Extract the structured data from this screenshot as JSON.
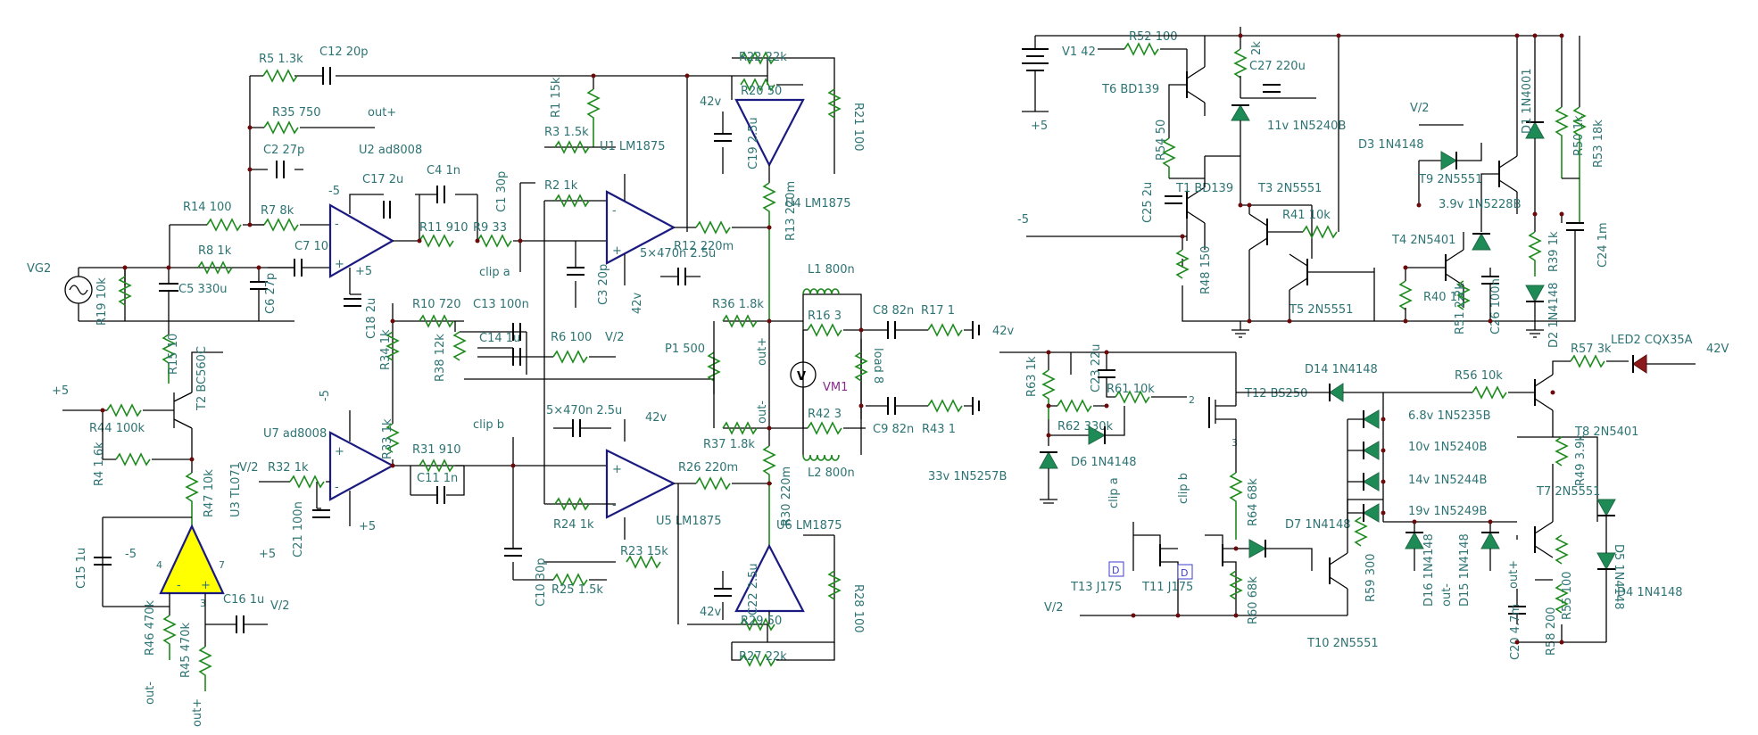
{
  "colors": {
    "wire": "#000000",
    "label": "#2e7373",
    "resistor": "#1e8a1e",
    "opamp_outline": "#1a1a80",
    "opamp_highlight": "#ffff00",
    "diode": "#1e8a55",
    "led": "#8b1a1a",
    "meter_label": "#8a2a8a"
  },
  "icons": [
    "resistor-icon",
    "capacitor-icon",
    "opamp-icon",
    "diode-icon",
    "transistor-icon",
    "battery-icon",
    "voltmeter-icon",
    "signal-source-icon",
    "ground-icon",
    "led-icon",
    "potentiometer-icon"
  ],
  "labels": {
    "vg2": "VG2",
    "r5": "R5 1.3k",
    "c12": "C12 20p",
    "r35": "R35 750",
    "outp1": "out+",
    "c2": "C2 27p",
    "u2": "U2 ad8008",
    "c17": "C17 2u",
    "c4": "C4 1n",
    "r1": "R1 15k",
    "c1": "C1 30p",
    "r3": "R3 1.5k",
    "u1": "U1 LM1875",
    "r2": "R2 1k",
    "r22": "R22 22k",
    "r20": "R20 50",
    "v42a": "42v",
    "c19": "C19 2.5u",
    "r21": "R21 100",
    "u4": "U4 LM1875",
    "r13": "R13 220m",
    "r14": "R14 100",
    "r7": "R7 8k",
    "m5a": "-5",
    "r11": "R11 910",
    "r9": "R9 33",
    "c7": "C7 100n",
    "r8": "R8 1k",
    "p5a": "+5",
    "r12": "R12 220m",
    "c3": "C3 20p",
    "cx1": "5×470n 2.5u",
    "clipa": "clip a",
    "r19": "R19 10k",
    "c5": "C5 330u",
    "c6": "C6 27p",
    "c18": "C18 2u",
    "r10": "R10 720",
    "c13": "C13 100n",
    "v42b": "42v",
    "l1": "L1 800n",
    "r36": "R36 1.8k",
    "r16": "R16 3",
    "c8": "C8 82n",
    "r17": "R17 1",
    "v42c": "42v",
    "r15": "R15 10",
    "r34": "R34 1k",
    "r38": "R38 12k",
    "c14": "C14 1u",
    "r6": "R6 100",
    "vh1": "V/2",
    "p1": "P1 500",
    "outp2": "out+",
    "load": "load 8",
    "vm1": "VM1",
    "p5b": "+5",
    "t2": "T2 BC560C",
    "r44": "R44 100k",
    "m5b": "-5",
    "clipb": "clip b",
    "cx2": "5×470n 2.5u",
    "v42d": "42v",
    "outm1": "out-",
    "r37": "R37 1.8k",
    "r42": "R42 3",
    "c9": "C9 82n",
    "r43": "R43 1",
    "u7": "U7 ad8008",
    "r33": "R33 1k",
    "r31": "R31 910",
    "r4": "R4 1.6k",
    "vh2": "V/2",
    "r32": "R32 1k",
    "c11": "C11 1n",
    "r26": "R26 220m",
    "l2": "L2 800n",
    "u3": "U3 TL071",
    "r47": "R47 10k",
    "c21": "C21 100n",
    "p5c": "+5",
    "r24": "R24 1k",
    "u5": "U5 LM1875",
    "r30": "R30 220m",
    "u6": "U6 LM1875",
    "c15": "C15 1u",
    "m5c": "-5",
    "p5d": "+5",
    "c10": "C10 30p",
    "r23": "R23 15k",
    "c16": "C16 1u",
    "vh3": "V/2",
    "r25": "R25 1.5k",
    "c22": "C22 2.5u",
    "v42e": "42v",
    "r28": "R28 100",
    "r29": "R29 50",
    "r27": "R27 22k",
    "r46": "R46 470k",
    "r45": "R45 470k",
    "outm2": "out-",
    "outp3": "out+",
    "d33": "33v 1N5257B",
    "v1": "V1 42",
    "r52": "R52 100",
    "r2k": "2k",
    "c27": "C27 220u",
    "t6": "T6 BD139",
    "p5e": "+5",
    "d11": "11v 1N5240B",
    "vh4": "V/2",
    "d1": "D1 1N4001",
    "r54": "R54 50",
    "d3": "D3 1N4148",
    "t9": "T9 2N5551",
    "r50": "R50 1k",
    "r53": "R53 18k",
    "t1": "T1 BD139",
    "t3": "T3 2N5551",
    "d39": "3.9v 1N5228B",
    "m5d": "-5",
    "c25": "C25 2u",
    "r41": "R41 10k",
    "t4": "T4 2N5401",
    "r39": "R39 1k",
    "c24": "C24 1m",
    "r48": "R48 150",
    "r40": "R40 1k",
    "r51": "R51 2.2k",
    "c26": "C26 100n",
    "d2": "D2 1N4148",
    "t5": "T5 2N5551",
    "r63": "R63 1k",
    "c23": "C23 22u",
    "r61": "R61 10k",
    "t12": "T12 BS250",
    "d14": "D14 1N4148",
    "r56": "R56 10k",
    "r57": "R57 3k",
    "led2": "LED2 CQX35A",
    "v42f": "42V",
    "r62": "R62 330k",
    "d6": "D6 1N4148",
    "d68": "6.8v 1N5235B",
    "d10": "10v 1N5240B",
    "t8": "T8 2N5401",
    "d14v": "14v 1N5244B",
    "r49": "R49 3.9k",
    "clipa2": "clip a",
    "clipb2": "clip b",
    "r64": "R64 68k",
    "d19": "19v 1N5249B",
    "t7": "T7 2N5551",
    "d5": "D5 1N4148",
    "d7": "D7 1N4148",
    "outm3": "out-",
    "outp4": "out+",
    "r59": "R59 300",
    "d16": "D16 1N4148",
    "d15": "D15 1N4148",
    "r55": "R55 100",
    "t13": "T13 J175",
    "t11": "T11 J175",
    "r60": "R60 68k",
    "c20": "C20 4.7m",
    "r58": "R58 200",
    "d4": "D4 1N4148",
    "vh5": "V/2",
    "t10": "T10 2N5551",
    "d": "D",
    "pin2": "2",
    "pin3": "3",
    "pin4": "4",
    "pin7": "7",
    "plus": "+",
    "minus": "-",
    "pin3b": "3"
  }
}
